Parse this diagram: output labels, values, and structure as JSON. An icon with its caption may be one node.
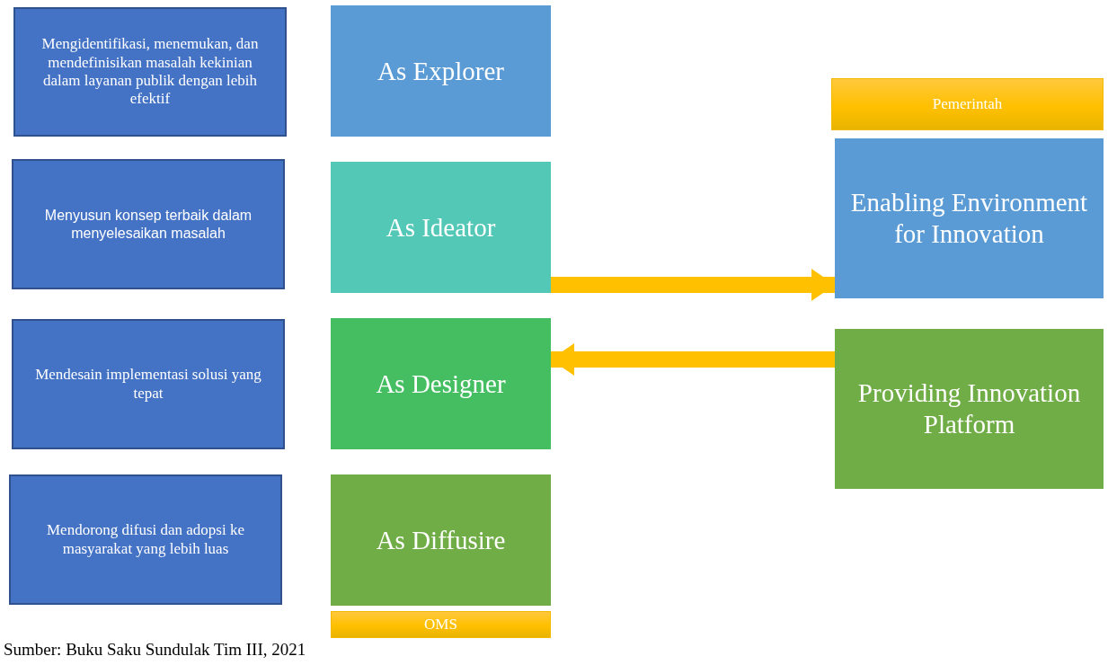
{
  "diagram": {
    "caption": "Sumber: Buku Saku Sundulak Tim III, 2021",
    "nodes": [
      {
        "text": [
          "Mengidentifikasi, menemukan, dan mendefinisikan masalah kekinian dalam layanan publik dengan lebih efektif"
        ]
      },
      {
        "text": [
          "As Explorer"
        ]
      },
      {
        "text": [
          "Menyusun konsep terbaik dalam menyelesaikan masalah"
        ]
      },
      {
        "text": [
          "As Ideator"
        ]
      },
      {
        "text": [
          "Mendesain implementasi solusi yang tepat"
        ]
      },
      {
        "text": [
          "As Designer"
        ]
      },
      {
        "text": [
          "Mendorong difusi dan adopsi ke masyarakat yang lebih luas"
        ]
      },
      {
        "text": [
          "As Diffusire"
        ]
      },
      {
        "text": [
          "OMS"
        ]
      },
      {
        "text": [
          "Pemerintah"
        ]
      },
      {
        "text": [
          "Enabling Environment for Innovation"
        ]
      },
      {
        "text": [
          "Providing Innovation Platform"
        ]
      }
    ],
    "edges": [
      {
        "from": 3,
        "to": 10,
        "arrow": "to"
      },
      {
        "from": 11,
        "to": 5,
        "arrow": "to"
      }
    ]
  }
}
